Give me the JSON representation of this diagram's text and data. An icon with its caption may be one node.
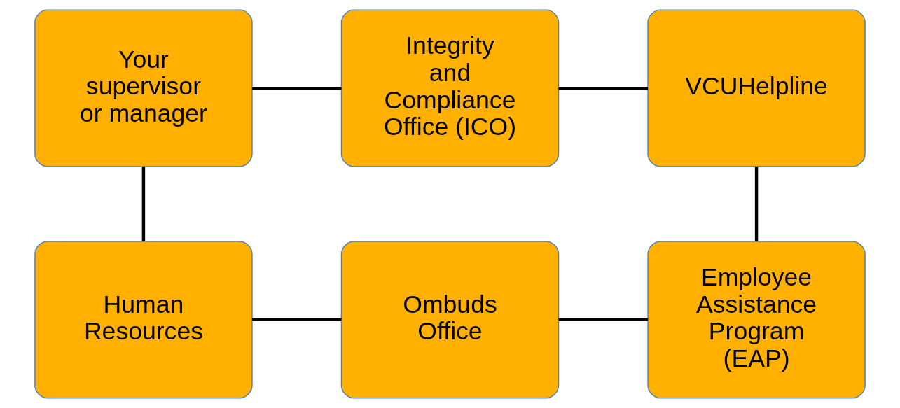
{
  "diagram": {
    "nodes": [
      {
        "text": [
          "Your supervisor or manager"
        ]
      },
      {
        "text": [
          "Integrity and Compliance Office (ICO)"
        ]
      },
      {
        "text": [
          "VCUHelpline"
        ]
      },
      {
        "text": [
          "Human Resources"
        ]
      },
      {
        "text": [
          "Ombuds Office"
        ]
      },
      {
        "text": [
          "Employee Assistance Program (EAP)"
        ]
      }
    ],
    "edges": [
      {
        "from": 0,
        "to": 1,
        "arrow": "none"
      },
      {
        "from": 1,
        "to": 2,
        "arrow": "none"
      },
      {
        "from": 0,
        "to": 3,
        "arrow": "none"
      },
      {
        "from": 2,
        "to": 5,
        "arrow": "none"
      },
      {
        "from": 3,
        "to": 4,
        "arrow": "none"
      },
      {
        "from": 4,
        "to": 5,
        "arrow": "none"
      }
    ]
  }
}
